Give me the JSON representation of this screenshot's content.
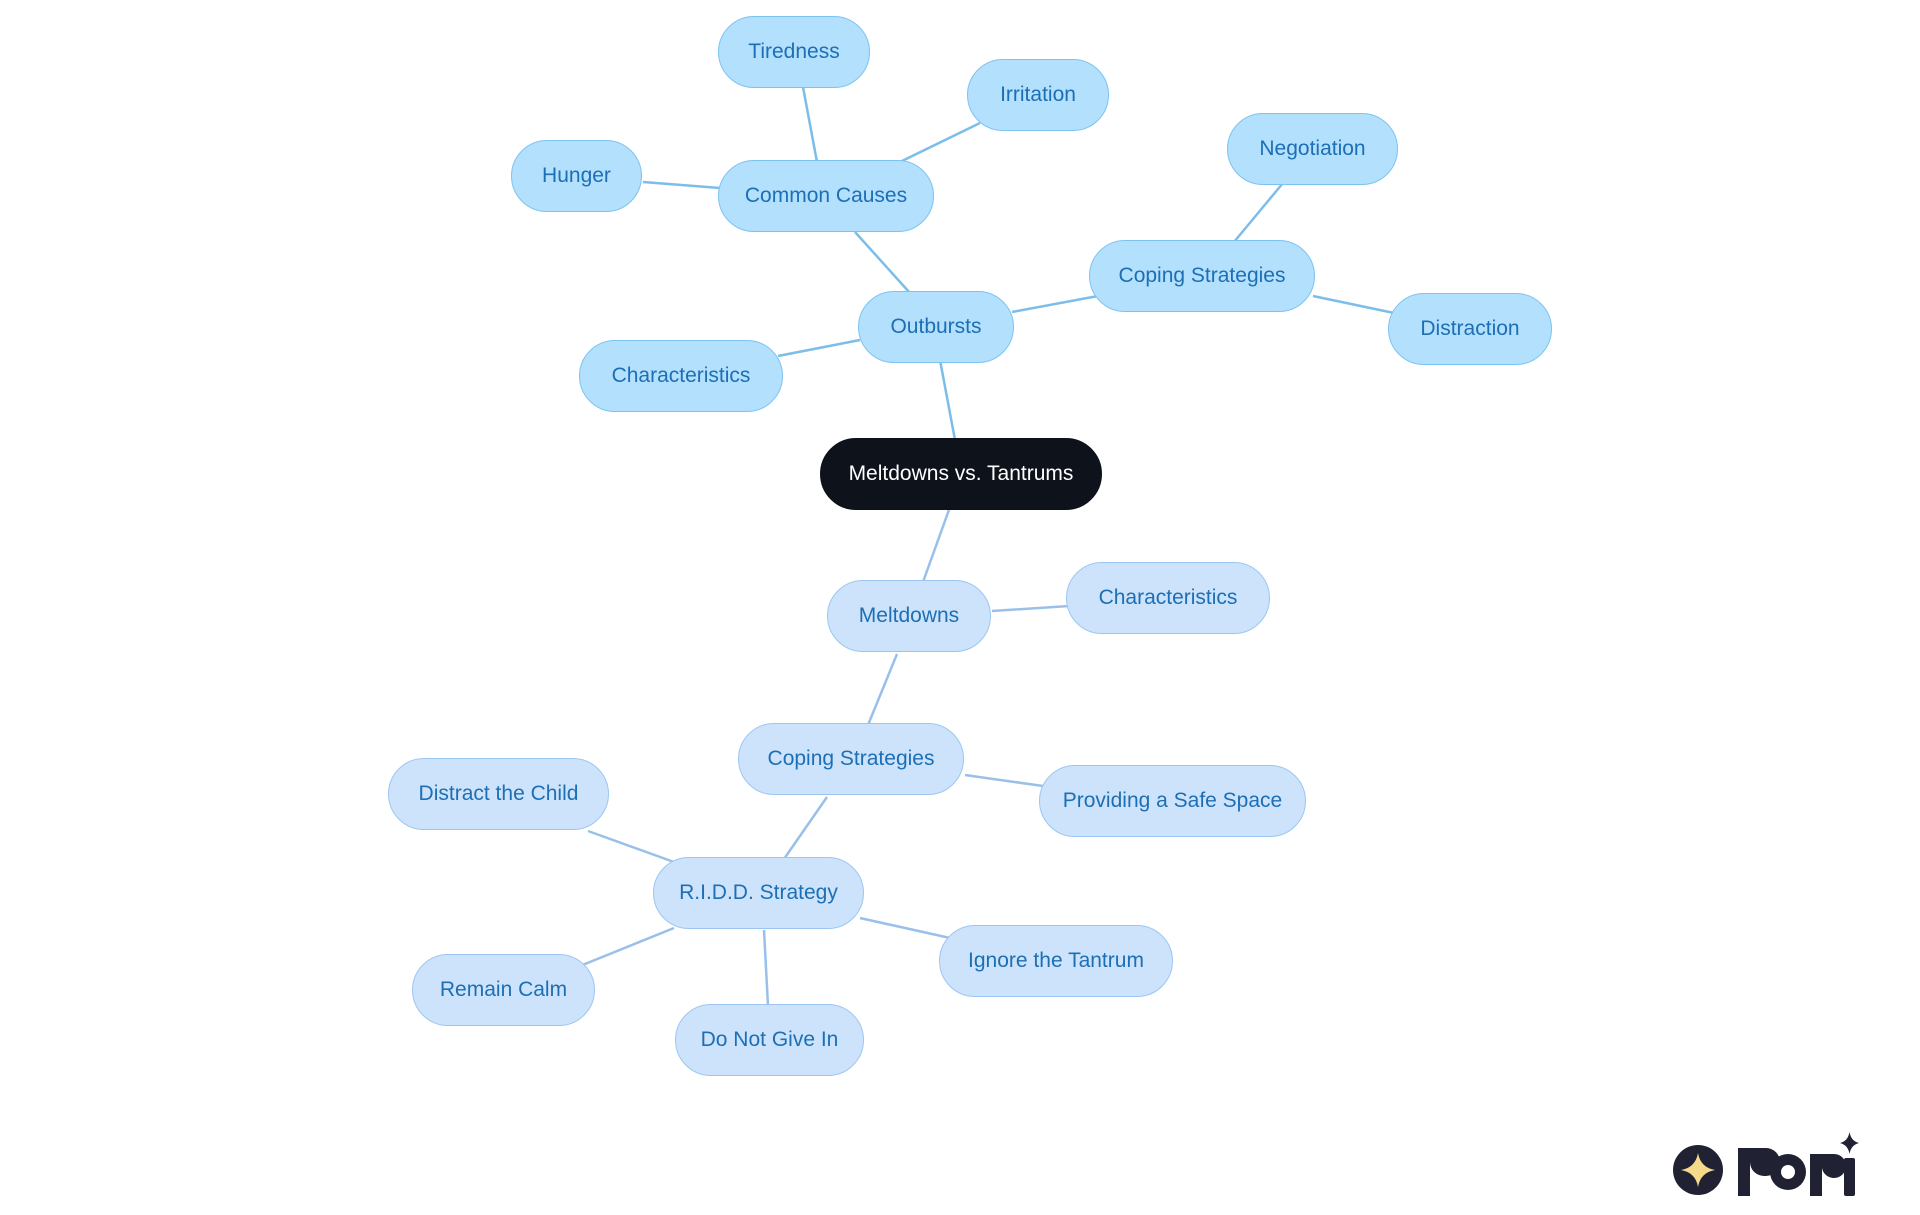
{
  "diagram": {
    "root": "Meltdowns vs. Tantrums",
    "branches": {
      "outbursts": {
        "label": "Outbursts",
        "characteristics": "Characteristics",
        "common_causes": {
          "label": "Common Causes",
          "items": [
            "Tiredness",
            "Irritation",
            "Hunger"
          ]
        },
        "coping_strategies": {
          "label": "Coping Strategies",
          "items": [
            "Negotiation",
            "Distraction"
          ]
        }
      },
      "meltdowns": {
        "label": "Meltdowns",
        "characteristics": "Characteristics",
        "coping_strategies": {
          "label": "Coping Strategies",
          "safe_space": "Providing a Safe Space",
          "ridd": {
            "label": "R.I.D.D. Strategy",
            "items": [
              "Distract the Child",
              "Remain Calm",
              "Do Not Give In",
              "Ignore the Tantrum"
            ]
          }
        }
      }
    }
  },
  "colors": {
    "root_bg": "#0d121b",
    "outbursts_node_bg": "#b3e0fd",
    "meltdowns_node_bg": "#cde3fb",
    "node_text": "#1d6fb5",
    "outbursts_edge": "#7cbde9",
    "meltdowns_edge": "#9ac0ea"
  },
  "logo": {
    "brand": "rori",
    "icon": "four-point-star-icon"
  }
}
